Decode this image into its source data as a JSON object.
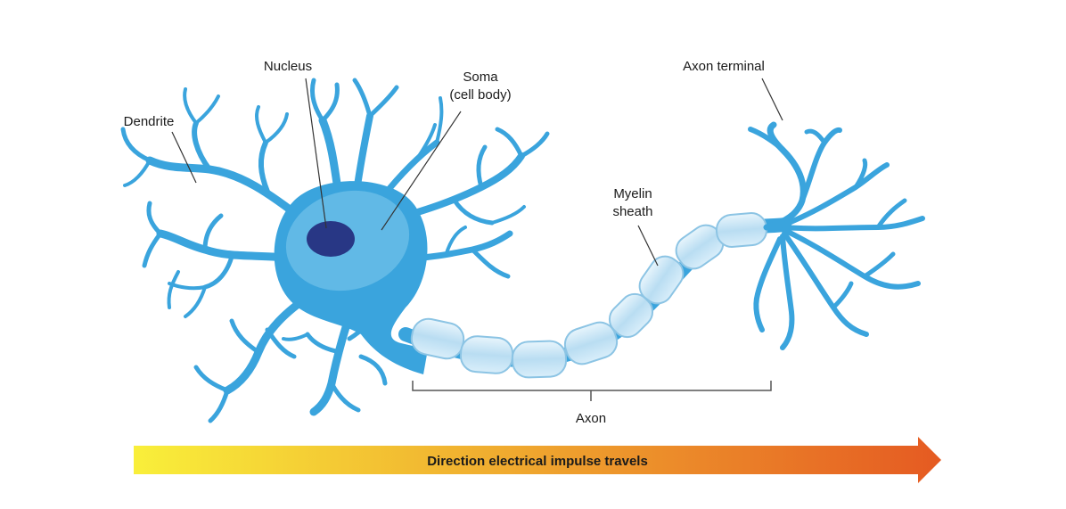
{
  "labels": {
    "nucleus": "Nucleus",
    "soma_line1": "Soma",
    "soma_line2": "(cell body)",
    "dendrite": "Dendrite",
    "axon_terminal": "Axon terminal",
    "myelin_line1": "Myelin",
    "myelin_line2": "sheath",
    "axon": "Axon"
  },
  "arrow": {
    "text": "Direction electrical impulse travels",
    "color_start": "#f9ef3a",
    "color_end": "#e55a22"
  },
  "colors": {
    "neuron": "#3aa4dd",
    "soma_inner": "#6fc0e8",
    "nucleus": "#283785",
    "myelin_fill": "#cfe9f7",
    "myelin_stroke": "#8cc4e4",
    "leader_line": "#333333"
  }
}
